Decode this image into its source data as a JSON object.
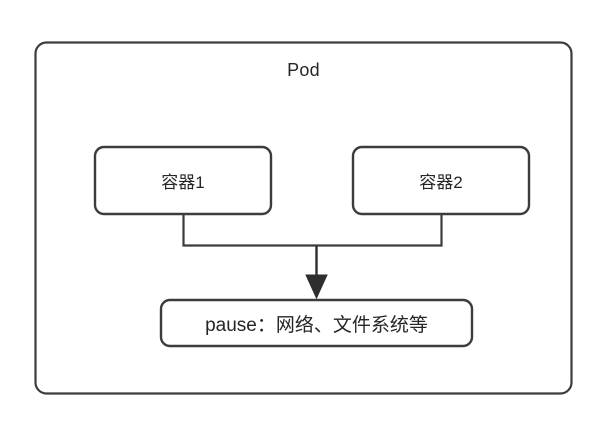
{
  "diagram": {
    "title": "Pod",
    "outer_box": {
      "label": "Pod",
      "name": "pod-boundary"
    },
    "containers": [
      {
        "label": "容器1",
        "name": "container-1"
      },
      {
        "label": "容器2",
        "name": "container-2"
      }
    ],
    "pause_box": {
      "label": "pause：网络、文件系统等",
      "name": "pause-container"
    },
    "connector": {
      "arrow_direction": "down",
      "description": "容器1 和 容器2 汇合后指向 pause"
    },
    "colors": {
      "background": "#ffffff",
      "border": "#3c3c3c",
      "text": "#262626",
      "arrow": "#2e2e2e"
    }
  }
}
